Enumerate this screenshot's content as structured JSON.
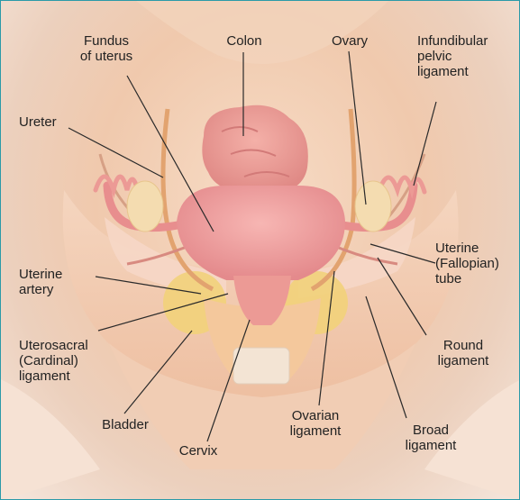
{
  "colors": {
    "frame": "#2b9aa8",
    "skin": "#f0c9ad",
    "uterus": "#f2a0a4",
    "tube": "#e88e8e",
    "ovary": "#f4dcb0",
    "ligament_yellow": "#f2d27a",
    "leader": "#2a2a2a"
  },
  "labels": {
    "fundus": "Fundus\nof uterus",
    "colon": "Colon",
    "ovary": "Ovary",
    "infundibular": "Infundibular\npelvic\nligament",
    "ureter": "Ureter",
    "uterine_artery": "Uterine\nartery",
    "uterosacral": "Uterosacral\n(Cardinal)\nligament",
    "bladder": "Bladder",
    "cervix": "Cervix",
    "ovarian_ligament": "Ovarian\nligament",
    "broad_ligament": "Broad\nligament",
    "round_ligament": "Round\nligament",
    "uterine_tube": "Uterine\n(Fallopian)\ntube"
  }
}
